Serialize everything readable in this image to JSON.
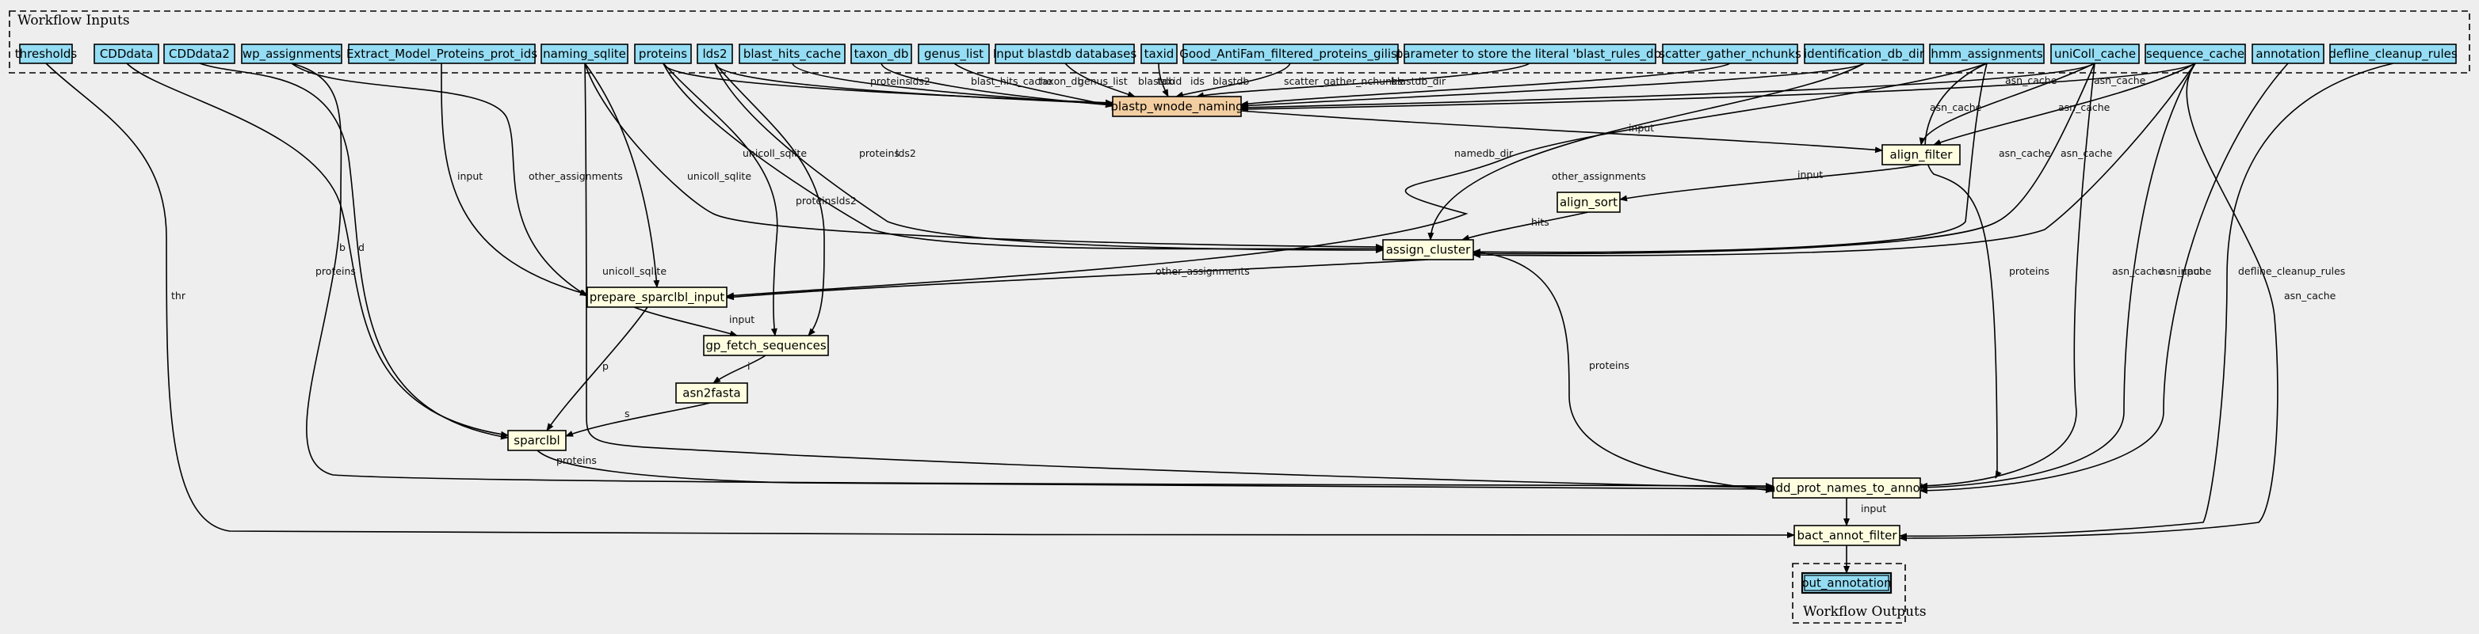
{
  "clusters": [
    {
      "id": "inputs_cluster",
      "label": "Workflow Inputs"
    },
    {
      "id": "outputs_cluster",
      "label": "Workflow Outputs"
    }
  ],
  "colors": {
    "input": "#94ddf4",
    "step": "#ffffe0",
    "selected_step": "#f3cea1",
    "background": "#eeeeee"
  },
  "inputs": [
    {
      "id": "thresholds",
      "label": "thresholds"
    },
    {
      "id": "CDDdata",
      "label": "CDDdata"
    },
    {
      "id": "CDDdata2",
      "label": "CDDdata2"
    },
    {
      "id": "wp_assignments",
      "label": "wp_assignments"
    },
    {
      "id": "Extract_Model_Proteins_prot_ids",
      "label": "Extract_Model_Proteins_prot_ids"
    },
    {
      "id": "naming_sqlite",
      "label": "naming_sqlite"
    },
    {
      "id": "proteins",
      "label": "proteins"
    },
    {
      "id": "lds2",
      "label": "lds2"
    },
    {
      "id": "blast_hits_cache",
      "label": "blast_hits_cache"
    },
    {
      "id": "taxon_db",
      "label": "taxon_db"
    },
    {
      "id": "genus_list",
      "label": "genus_list"
    },
    {
      "id": "input_blastdb",
      "label": "Input blastdb databases"
    },
    {
      "id": "taxid",
      "label": "taxid"
    },
    {
      "id": "good_antifam",
      "label": "Good_AntiFam_filtered_proteins_gilist"
    },
    {
      "id": "blast_rules_db",
      "label": "parameter to store the literal 'blast_rules_db'"
    },
    {
      "id": "scatter_gather_nchunks",
      "label": "scatter_gather_nchunks"
    },
    {
      "id": "identification_db_dir",
      "label": "identification_db_dir"
    },
    {
      "id": "hmm_assignments",
      "label": "hmm_assignments"
    },
    {
      "id": "uniColl_cache",
      "label": "uniColl_cache"
    },
    {
      "id": "sequence_cache",
      "label": "sequence_cache"
    },
    {
      "id": "annotation",
      "label": "annotation"
    },
    {
      "id": "defline_cleanup_rules",
      "label": "defline_cleanup_rules"
    }
  ],
  "steps": [
    {
      "id": "blastp_wnode_naming",
      "label": "blastp_wnode_naming",
      "selected": true
    },
    {
      "id": "align_filter",
      "label": "align_filter"
    },
    {
      "id": "align_sort",
      "label": "align_sort"
    },
    {
      "id": "assign_cluster",
      "label": "assign_cluster"
    },
    {
      "id": "prepare_sparclbl_input",
      "label": "prepare_sparclbl_input"
    },
    {
      "id": "gp_fetch_sequences",
      "label": "gp_fetch_sequences"
    },
    {
      "id": "asn2fasta",
      "label": "asn2fasta"
    },
    {
      "id": "sparclbl",
      "label": "sparclbl"
    },
    {
      "id": "add_prot_names_to_annot",
      "label": "add_prot_names_to_annot"
    },
    {
      "id": "bact_annot_filter",
      "label": "bact_annot_filter"
    }
  ],
  "outputs": [
    {
      "id": "out_annotation",
      "label": "out_annotation"
    }
  ],
  "edges": [
    {
      "from": "proteins",
      "to": "blastp_wnode_naming",
      "label": "proteins"
    },
    {
      "from": "lds2",
      "to": "blastp_wnode_naming",
      "label": "lds2"
    },
    {
      "from": "blast_hits_cache",
      "to": "blastp_wnode_naming",
      "label": "blast_hits_cache"
    },
    {
      "from": "taxon_db",
      "to": "blastp_wnode_naming",
      "label": "taxon_db"
    },
    {
      "from": "genus_list",
      "to": "blastp_wnode_naming",
      "label": "genus_list"
    },
    {
      "from": "input_blastdb",
      "to": "blastp_wnode_naming",
      "label": "blastdb"
    },
    {
      "from": "taxid",
      "to": "blastp_wnode_naming",
      "label": "taxid"
    },
    {
      "from": "good_antifam",
      "to": "blastp_wnode_naming",
      "label": "ids"
    },
    {
      "from": "blast_rules_db",
      "to": "blastp_wnode_naming",
      "label": "blastdb"
    },
    {
      "from": "scatter_gather_nchunks",
      "to": "blastp_wnode_naming",
      "label": "scatter_gather_nchunks"
    },
    {
      "from": "identification_db_dir",
      "to": "blastp_wnode_naming",
      "label": "blastdb_dir"
    },
    {
      "from": "uniColl_cache",
      "to": "blastp_wnode_naming",
      "label": "asn_cache"
    },
    {
      "from": "sequence_cache",
      "to": "blastp_wnode_naming",
      "label": "asn_cache"
    },
    {
      "from": "blastp_wnode_naming",
      "to": "align_filter",
      "label": "input"
    },
    {
      "from": "uniColl_cache",
      "to": "align_filter",
      "label": "asn_cache"
    },
    {
      "from": "sequence_cache",
      "to": "align_filter",
      "label": "asn_cache"
    },
    {
      "from": "align_filter",
      "to": "align_sort",
      "label": "input"
    },
    {
      "from": "align_sort",
      "to": "assign_cluster",
      "label": "hits"
    },
    {
      "from": "naming_sqlite",
      "to": "assign_cluster",
      "label": "unicoll_sqlite"
    },
    {
      "from": "proteins",
      "to": "assign_cluster",
      "label": "proteins"
    },
    {
      "from": "lds2",
      "to": "assign_cluster",
      "label": "lds2"
    },
    {
      "from": "identification_db_dir",
      "to": "assign_cluster",
      "label": "namedb_dir"
    },
    {
      "from": "hmm_assignments",
      "to": "assign_cluster",
      "label": ""
    },
    {
      "from": "uniColl_cache",
      "to": "assign_cluster",
      "label": "asn_cache"
    },
    {
      "from": "sequence_cache",
      "to": "assign_cluster",
      "label": "asn_cache"
    },
    {
      "from": "Extract_Model_Proteins_prot_ids",
      "to": "prepare_sparclbl_input",
      "label": "input"
    },
    {
      "from": "wp_assignments",
      "to": "prepare_sparclbl_input",
      "label": "other_assignments"
    },
    {
      "from": "naming_sqlite",
      "to": "prepare_sparclbl_input",
      "label": "unicoll_sqlite"
    },
    {
      "from": "hmm_assignments",
      "to": "prepare_sparclbl_input",
      "label": "other_assignments"
    },
    {
      "from": "assign_cluster",
      "to": "prepare_sparclbl_input",
      "label": "other_assignments"
    },
    {
      "from": "prepare_sparclbl_input",
      "to": "gp_fetch_sequences",
      "label": "input"
    },
    {
      "from": "proteins",
      "to": "gp_fetch_sequences",
      "label": "proteins"
    },
    {
      "from": "lds2",
      "to": "gp_fetch_sequences",
      "label": "lds2"
    },
    {
      "from": "gp_fetch_sequences",
      "to": "asn2fasta",
      "label": "i"
    },
    {
      "from": "CDDdata",
      "to": "sparclbl",
      "label": "b"
    },
    {
      "from": "CDDdata2",
      "to": "sparclbl",
      "label": "d"
    },
    {
      "from": "prepare_sparclbl_input",
      "to": "sparclbl",
      "label": "p"
    },
    {
      "from": "asn2fasta",
      "to": "sparclbl",
      "label": "s"
    },
    {
      "from": "wp_assignments",
      "to": "add_prot_names_to_annot",
      "label": "proteins"
    },
    {
      "from": "naming_sqlite",
      "to": "add_prot_names_to_annot",
      "label": "unicoll_sqlite"
    },
    {
      "from": "sparclbl",
      "to": "add_prot_names_to_annot",
      "label": "proteins"
    },
    {
      "from": "assign_cluster",
      "to": "add_prot_names_to_annot",
      "label": "proteins"
    },
    {
      "from": "hmm_assignments",
      "to": "add_prot_names_to_annot",
      "label": "proteins"
    },
    {
      "from": "uniColl_cache",
      "to": "add_prot_names_to_annot",
      "label": "asn_cache"
    },
    {
      "from": "sequence_cache",
      "to": "add_prot_names_to_annot",
      "label": "asn_cache"
    },
    {
      "from": "annotation",
      "to": "add_prot_names_to_annot",
      "label": "input"
    },
    {
      "from": "thresholds",
      "to": "bact_annot_filter",
      "label": "thr"
    },
    {
      "from": "add_prot_names_to_annot",
      "to": "bact_annot_filter",
      "label": "input"
    },
    {
      "from": "defline_cleanup_rules",
      "to": "bact_annot_filter",
      "label": "defline_cleanup_rules"
    },
    {
      "from": "sequence_cache",
      "to": "bact_annot_filter",
      "label": "asn_cache"
    },
    {
      "from": "bact_annot_filter",
      "to": "out_annotation",
      "label": ""
    }
  ]
}
